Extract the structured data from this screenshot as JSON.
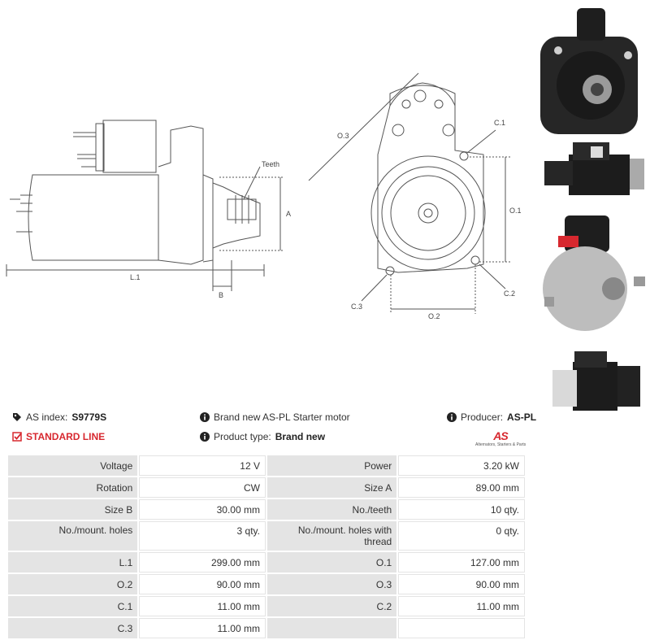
{
  "drawing": {
    "side_labels": {
      "teeth": "Teeth",
      "a": "A",
      "l1": "L.1",
      "b": "B"
    },
    "front_labels": {
      "o3": "O.3",
      "c1": "C.1",
      "o1": "O.1",
      "c3": "C.3",
      "o2": "O.2",
      "c2": "C.2"
    }
  },
  "info": {
    "as_index_label": "AS index:",
    "as_index_value": "S9779S",
    "description": "Brand new AS-PL Starter motor",
    "producer_label": "Producer:",
    "producer_value": "AS-PL",
    "line": "STANDARD LINE",
    "product_type_label": "Product type:",
    "product_type_value": "Brand new",
    "logo_mark": "AS",
    "logo_tagline": "Alternators, Starters & Parts"
  },
  "specs": [
    {
      "l1": "Voltage",
      "v1": "12 V",
      "l2": "Power",
      "v2": "3.20 kW"
    },
    {
      "l1": "Rotation",
      "v1": "CW",
      "l2": "Size A",
      "v2": "89.00 mm"
    },
    {
      "l1": "Size B",
      "v1": "30.00 mm",
      "l2": "No./teeth",
      "v2": "10 qty."
    },
    {
      "l1": "No./mount. holes",
      "v1": "3 qty.",
      "l2": "No./mount. holes with thread",
      "v2": "0 qty."
    },
    {
      "l1": "L.1",
      "v1": "299.00 mm",
      "l2": "O.1",
      "v2": "127.00 mm"
    },
    {
      "l1": "O.2",
      "v1": "90.00 mm",
      "l2": "O.3",
      "v2": "90.00 mm"
    },
    {
      "l1": "C.1",
      "v1": "11.00 mm",
      "l2": "C.2",
      "v2": "11.00 mm"
    },
    {
      "l1": "C.3",
      "v1": "11.00 mm",
      "l2": "",
      "v2": ""
    }
  ]
}
